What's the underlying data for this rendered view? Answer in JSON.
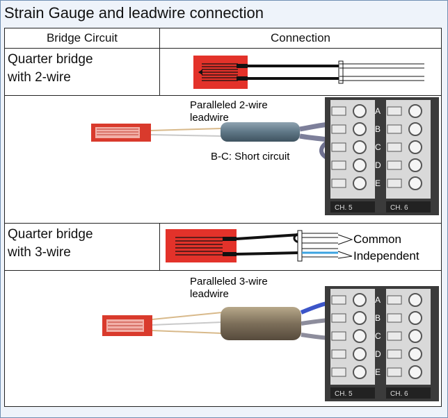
{
  "title": "Strain Gauge and leadwire connection",
  "headers": {
    "col1": "Bridge Circuit",
    "col2": "Connection"
  },
  "rows": {
    "q2": {
      "label_l1": "Quarter bridge",
      "label_l2": "with 2-wire"
    },
    "q2_photo": {
      "lead_l1": "Paralleled 2-wire",
      "lead_l2": "leadwire",
      "short": "B-C: Short circuit"
    },
    "q3": {
      "label_l1": "Quarter bridge",
      "label_l2": "with 3-wire",
      "common": "Common",
      "independent": "Independent"
    },
    "q3_photo": {
      "lead_l1": "Paralleled 3-wire",
      "lead_l2": "leadwire"
    }
  },
  "terminal": {
    "letters": [
      "A",
      "B",
      "C",
      "D",
      "E"
    ],
    "ch_left": "CH. 5",
    "ch_right": "CH. 6"
  },
  "colors": {
    "gauge_red": "#e3322a",
    "blue_wire": "#3c55c8",
    "cyan_wire": "#3ba3e0"
  }
}
